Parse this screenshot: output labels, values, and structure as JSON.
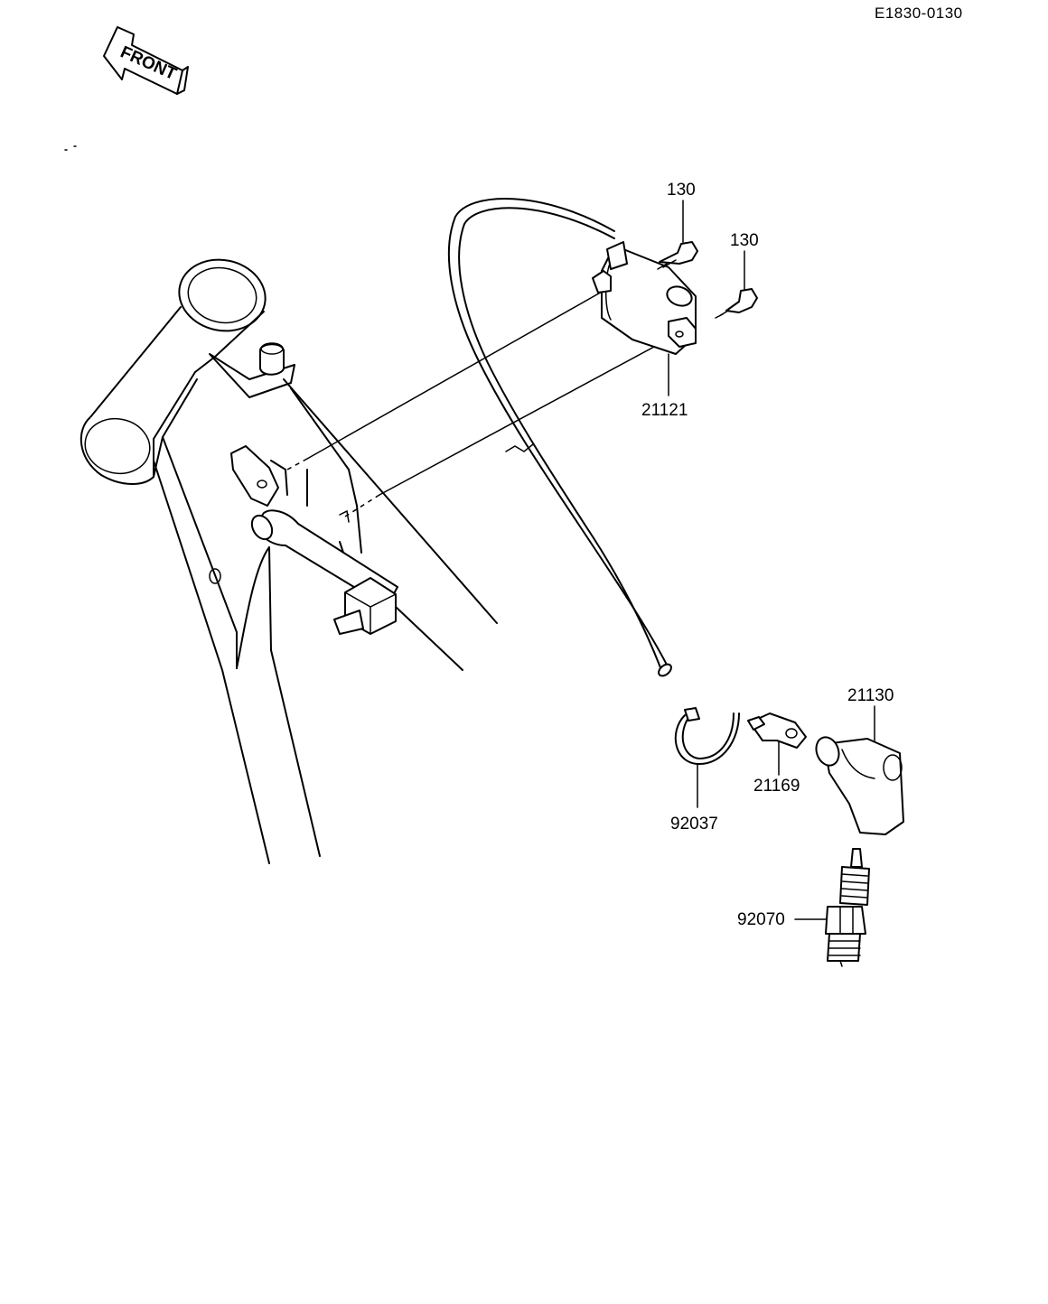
{
  "diagram_code": "E1830-0130",
  "front_label": "FRONT",
  "callouts": {
    "bolt_1": "130",
    "bolt_2": "130",
    "ignition_coil": "21121",
    "plug_cap": "21130",
    "cap_terminal": "21169",
    "band": "92037",
    "spark_plug": "92070"
  }
}
